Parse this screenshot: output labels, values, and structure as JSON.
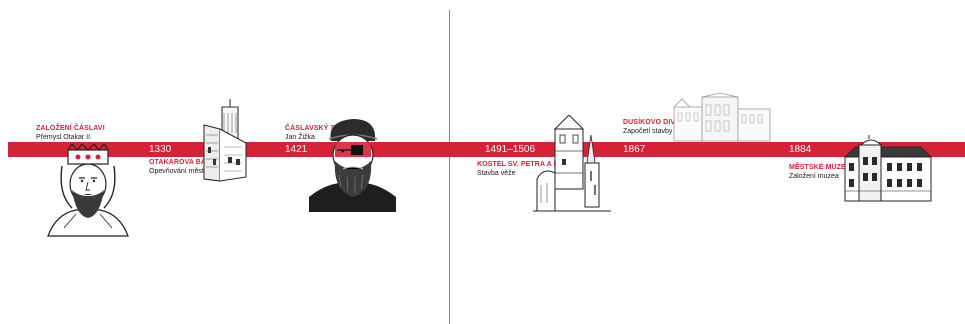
{
  "colors": {
    "accent": "#d62236",
    "divider": "#8a8a8a",
    "ink": "#1a1a1a"
  },
  "events": {
    "e1": {
      "title": "ZALOŽENÍ ČÁSLAVI",
      "subtitle": "Přemysl Otakar II.",
      "icon": "king-portrait"
    },
    "e2": {
      "year": "1330",
      "title": "OTAKAROVA BAŠTA",
      "subtitle": "Opevňování města",
      "icon": "tower-bastion"
    },
    "e3": {
      "year": "1421",
      "title": "ČÁSLAVSKÝ SNĚM",
      "subtitle": "Jan Žižka",
      "icon": "zizka-portrait"
    },
    "e4": {
      "year": "1491–1506",
      "title": "KOSTEL SV. PETRA A PAVLA",
      "subtitle": "Stavba věže",
      "icon": "church-tower"
    },
    "e5": {
      "year": "1867",
      "title": "DUSÍKOVO DIVADLO",
      "subtitle": "Započetí stavby",
      "icon": "theatre-building"
    },
    "e6": {
      "year": "1884",
      "title": "MĚSTSKÉ MUZEUM",
      "subtitle": "Založení muzea",
      "icon": "museum-building"
    }
  }
}
